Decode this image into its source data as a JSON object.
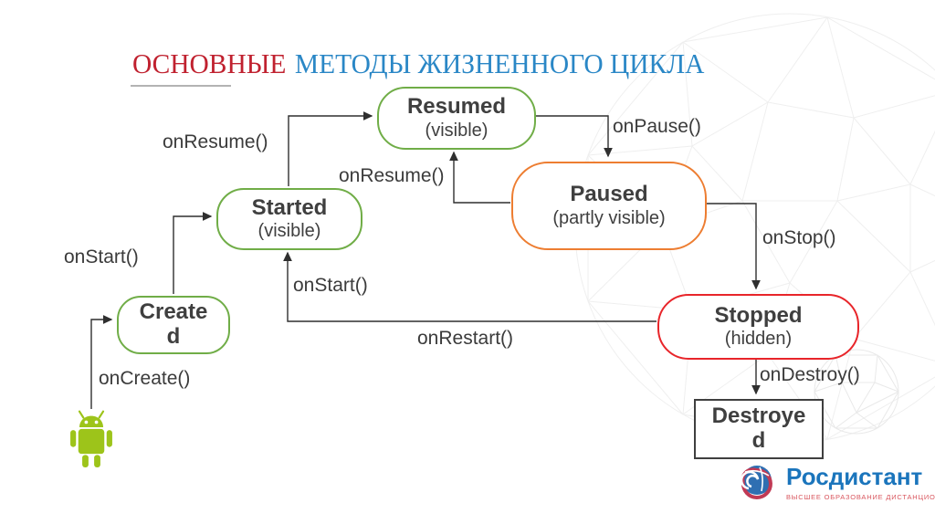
{
  "slide": {
    "title": {
      "accent": "ОСНОВНЫЕ",
      "rest": "МЕТОДЫ ЖИЗНЕННОГО ЦИКЛА"
    }
  },
  "diagram": {
    "type": "state-diagram",
    "nodes": {
      "created": {
        "label": "Created"
      },
      "started": {
        "label": "Started",
        "state": "(visible)"
      },
      "resumed": {
        "label": "Resumed",
        "state": "(visible)"
      },
      "paused": {
        "label": "Paused",
        "state": "(partly visible)"
      },
      "stopped": {
        "label": "Stopped",
        "state": "(hidden)"
      },
      "destroyed": {
        "label": "Destroyed"
      }
    },
    "transitions": {
      "onCreate": "onCreate()",
      "onStart1": "onStart()",
      "onResume1": "onResume()",
      "onPause": "onPause()",
      "onResume2": "onResume()",
      "onStop": "onStop()",
      "onStart2": "onStart()",
      "onRestart": "onRestart()",
      "onDestroy": "onDestroy()"
    }
  },
  "icons": {
    "android": "android-robot-icon",
    "logo_globe": "rosdistant-globe-icon"
  },
  "logo": {
    "brand": "Росдистант",
    "tagline": "ВЫСШЕЕ ОБРАЗОВАНИЕ ДИСТАНЦИОННО"
  },
  "colors": {
    "title_accent": "#c0212f",
    "title_rest": "#2a87c6",
    "node_green": "#70ad47",
    "node_orange": "#ed7d31",
    "node_red": "#e8252a",
    "node_dark": "#3f3f3f",
    "connector": "#2f2f2f",
    "android_green": "#9dc41a",
    "logo_blue": "#1b75bc",
    "logo_red": "#d9565e"
  }
}
